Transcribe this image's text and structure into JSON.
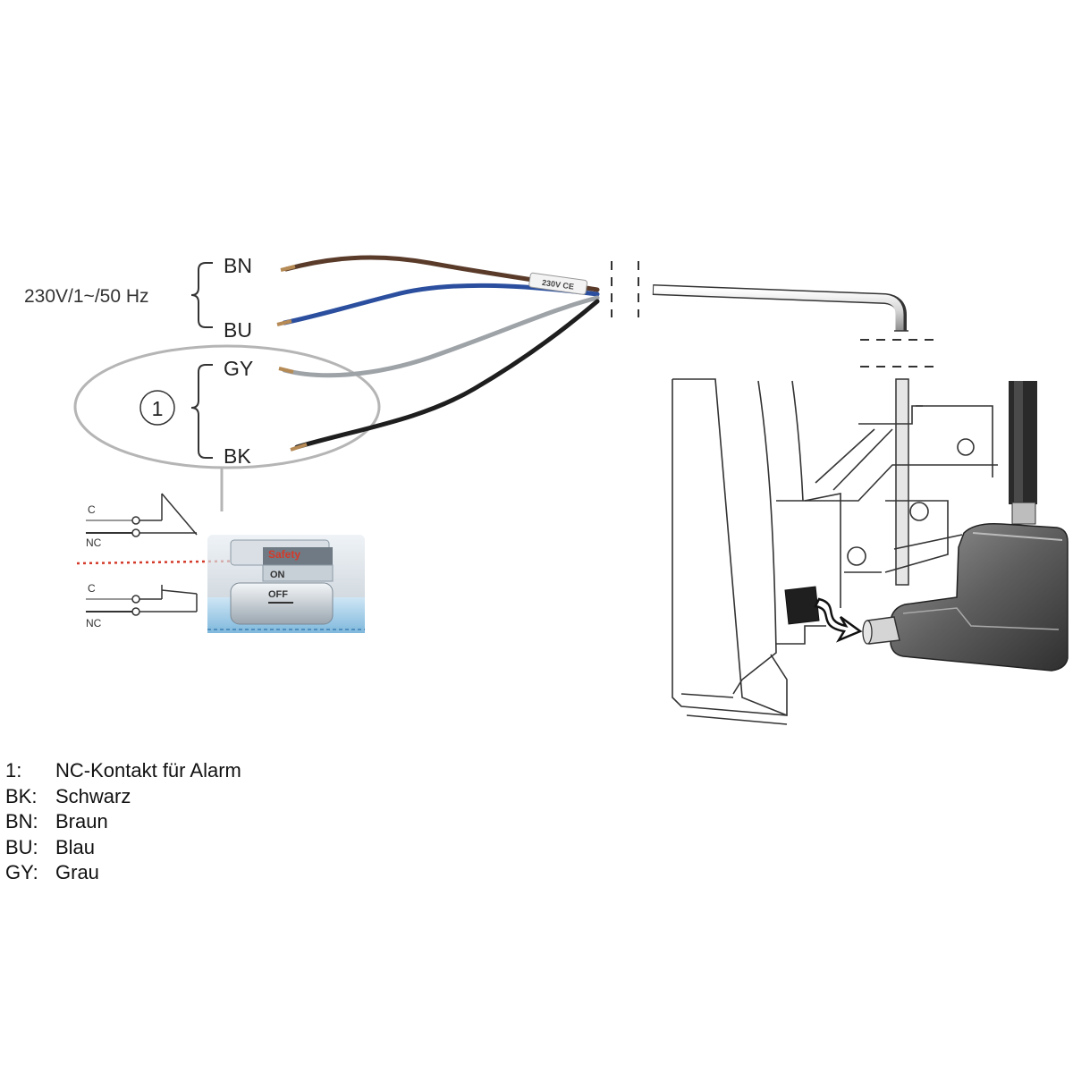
{
  "supply": {
    "label": "230V/1~/50 Hz"
  },
  "wires": {
    "bn": "BN",
    "bu": "BU",
    "gy": "GY",
    "bk": "BK"
  },
  "alarm": {
    "marker": "1"
  },
  "cable_label": "230V CE",
  "switch_diagram": {
    "top": {
      "c": "C",
      "nc": "NC"
    },
    "bottom": {
      "c": "C",
      "nc": "NC"
    }
  },
  "float_switch": {
    "safety": "Safety",
    "on": "ON",
    "off": "OFF"
  },
  "legend": [
    {
      "key": "1:",
      "value": "NC-Kontakt für Alarm"
    },
    {
      "key": "BK:",
      "value": "Schwarz"
    },
    {
      "key": "BN:",
      "value": "Braun"
    },
    {
      "key": "BU:",
      "value": "Blau"
    },
    {
      "key": "GY:",
      "value": "Grau"
    }
  ],
  "colors": {
    "brown": "#5a3b2a",
    "blue": "#2b4f9e",
    "grey": "#9ea3a8",
    "black": "#1e1e1e",
    "safety_red": "#d43a2a"
  }
}
